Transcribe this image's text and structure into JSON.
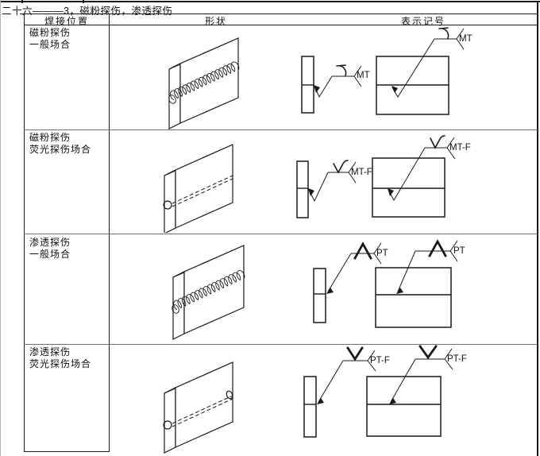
{
  "page": {
    "title": "二十六———3，磁粉探伤，渗透探伤"
  },
  "table": {
    "headers": {
      "position": "焊接位置",
      "shape": "形状",
      "symbol": "表示记号"
    },
    "rows": [
      {
        "label_line1": "磁粉探伤",
        "label_line2": "一般场合",
        "code": "MT"
      },
      {
        "label_line1": "磁粉探伤",
        "label_line2": "荧光探伤场合",
        "code": "MT-F"
      },
      {
        "label_line1": "渗透探伤",
        "label_line2": "一般场合",
        "code": "PT"
      },
      {
        "label_line1": "渗透探伤",
        "label_line2": "荧光探伤场合",
        "code": "PT-F"
      }
    ]
  },
  "colors": {
    "background": "#ffffff",
    "line": "#1a1a1a",
    "separator": "#6f6f6f"
  }
}
